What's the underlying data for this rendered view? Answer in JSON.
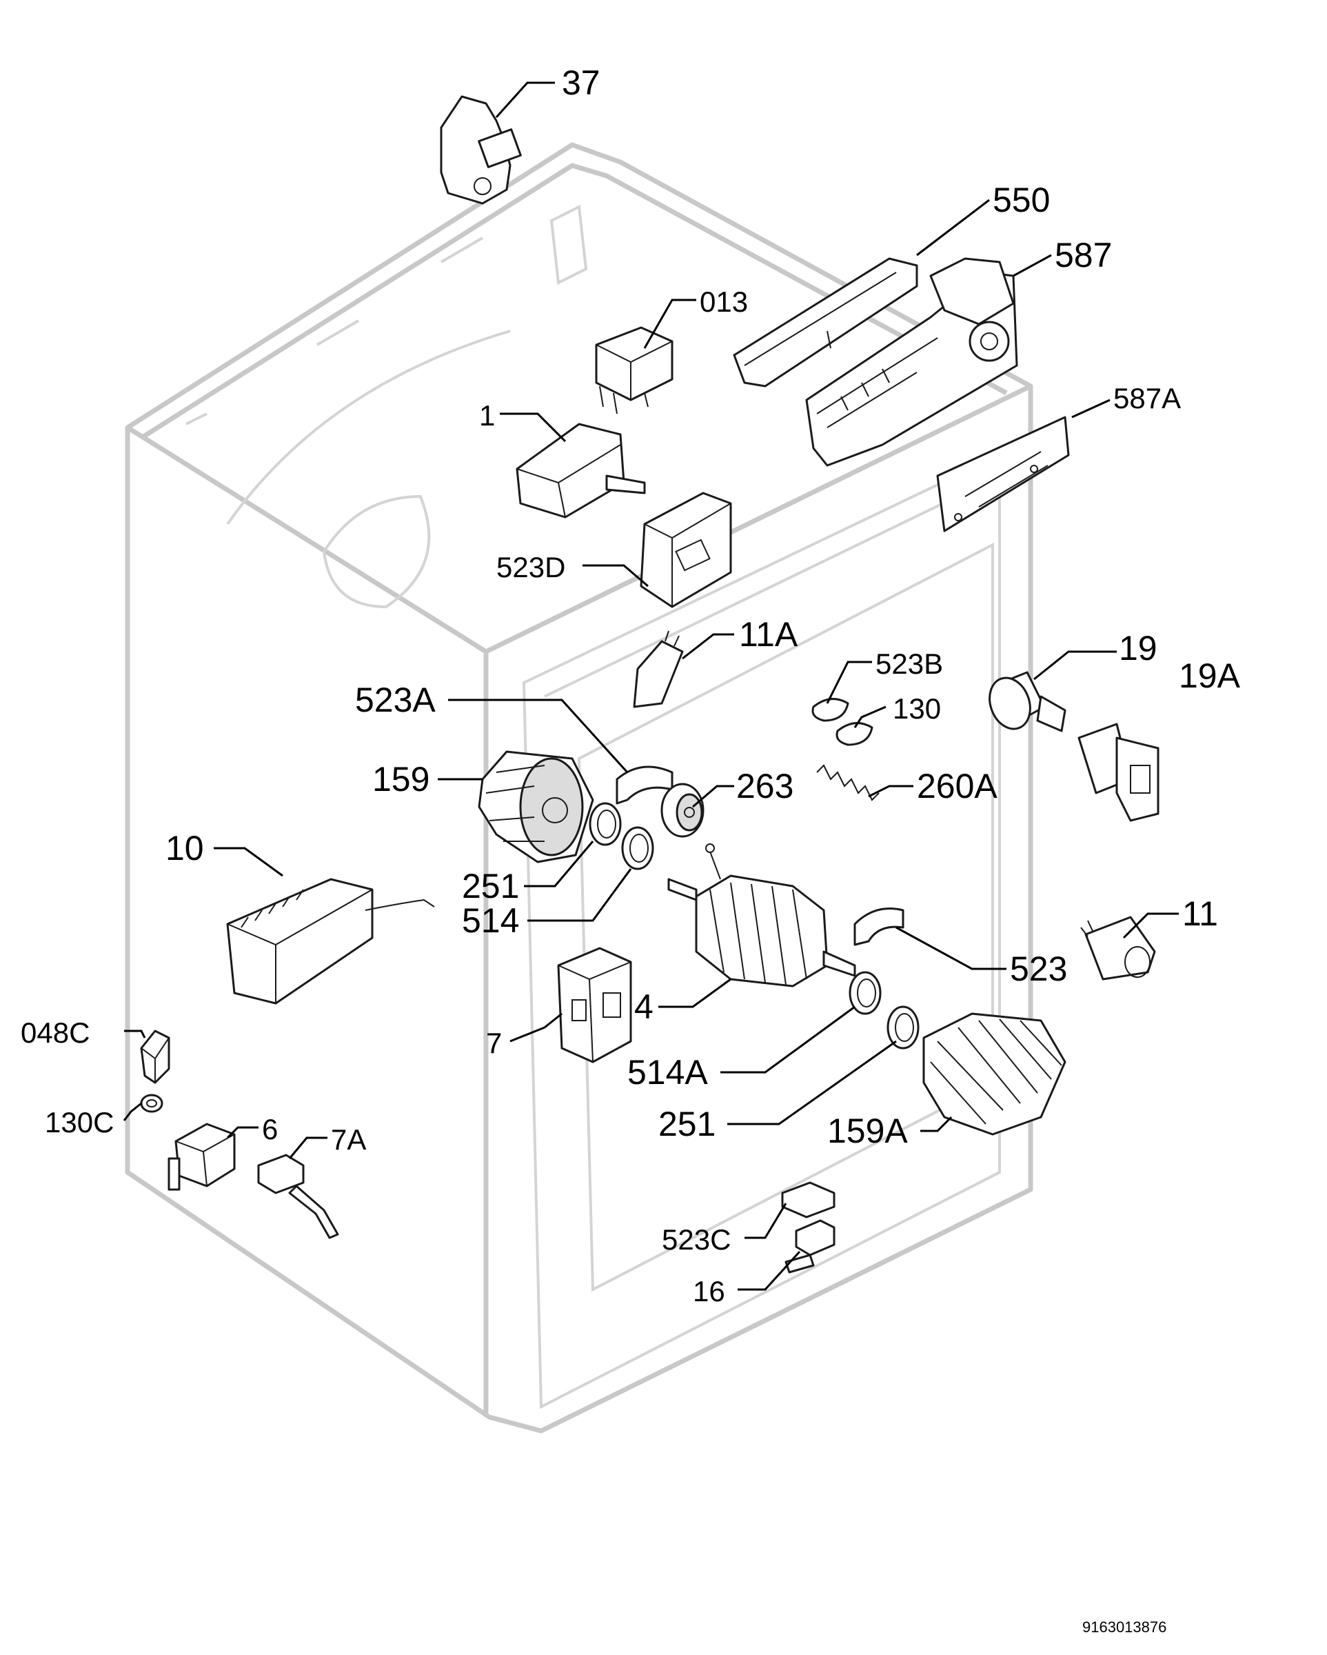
{
  "diagram": {
    "callouts": {
      "c37": "37",
      "c550": "550",
      "c587": "587",
      "c013": "013",
      "c587a": "587A",
      "c1": "1",
      "c523d": "523D",
      "c11a": "11A",
      "c19": "19",
      "c19a": "19A",
      "c523b": "523B",
      "c130": "130",
      "c523a": "523A",
      "c159": "159",
      "c263": "263",
      "c260a": "260A",
      "c10": "10",
      "c251a": "251",
      "c514": "514",
      "c11": "11",
      "c523": "523",
      "c4": "4",
      "c7": "7",
      "c048c": "048C",
      "c514a": "514A",
      "c251b": "251",
      "c159a": "159A",
      "c130c": "130C",
      "c6": "6",
      "c7a": "7A",
      "c523c": "523C",
      "c16": "16"
    },
    "document_number": "9163013876"
  }
}
